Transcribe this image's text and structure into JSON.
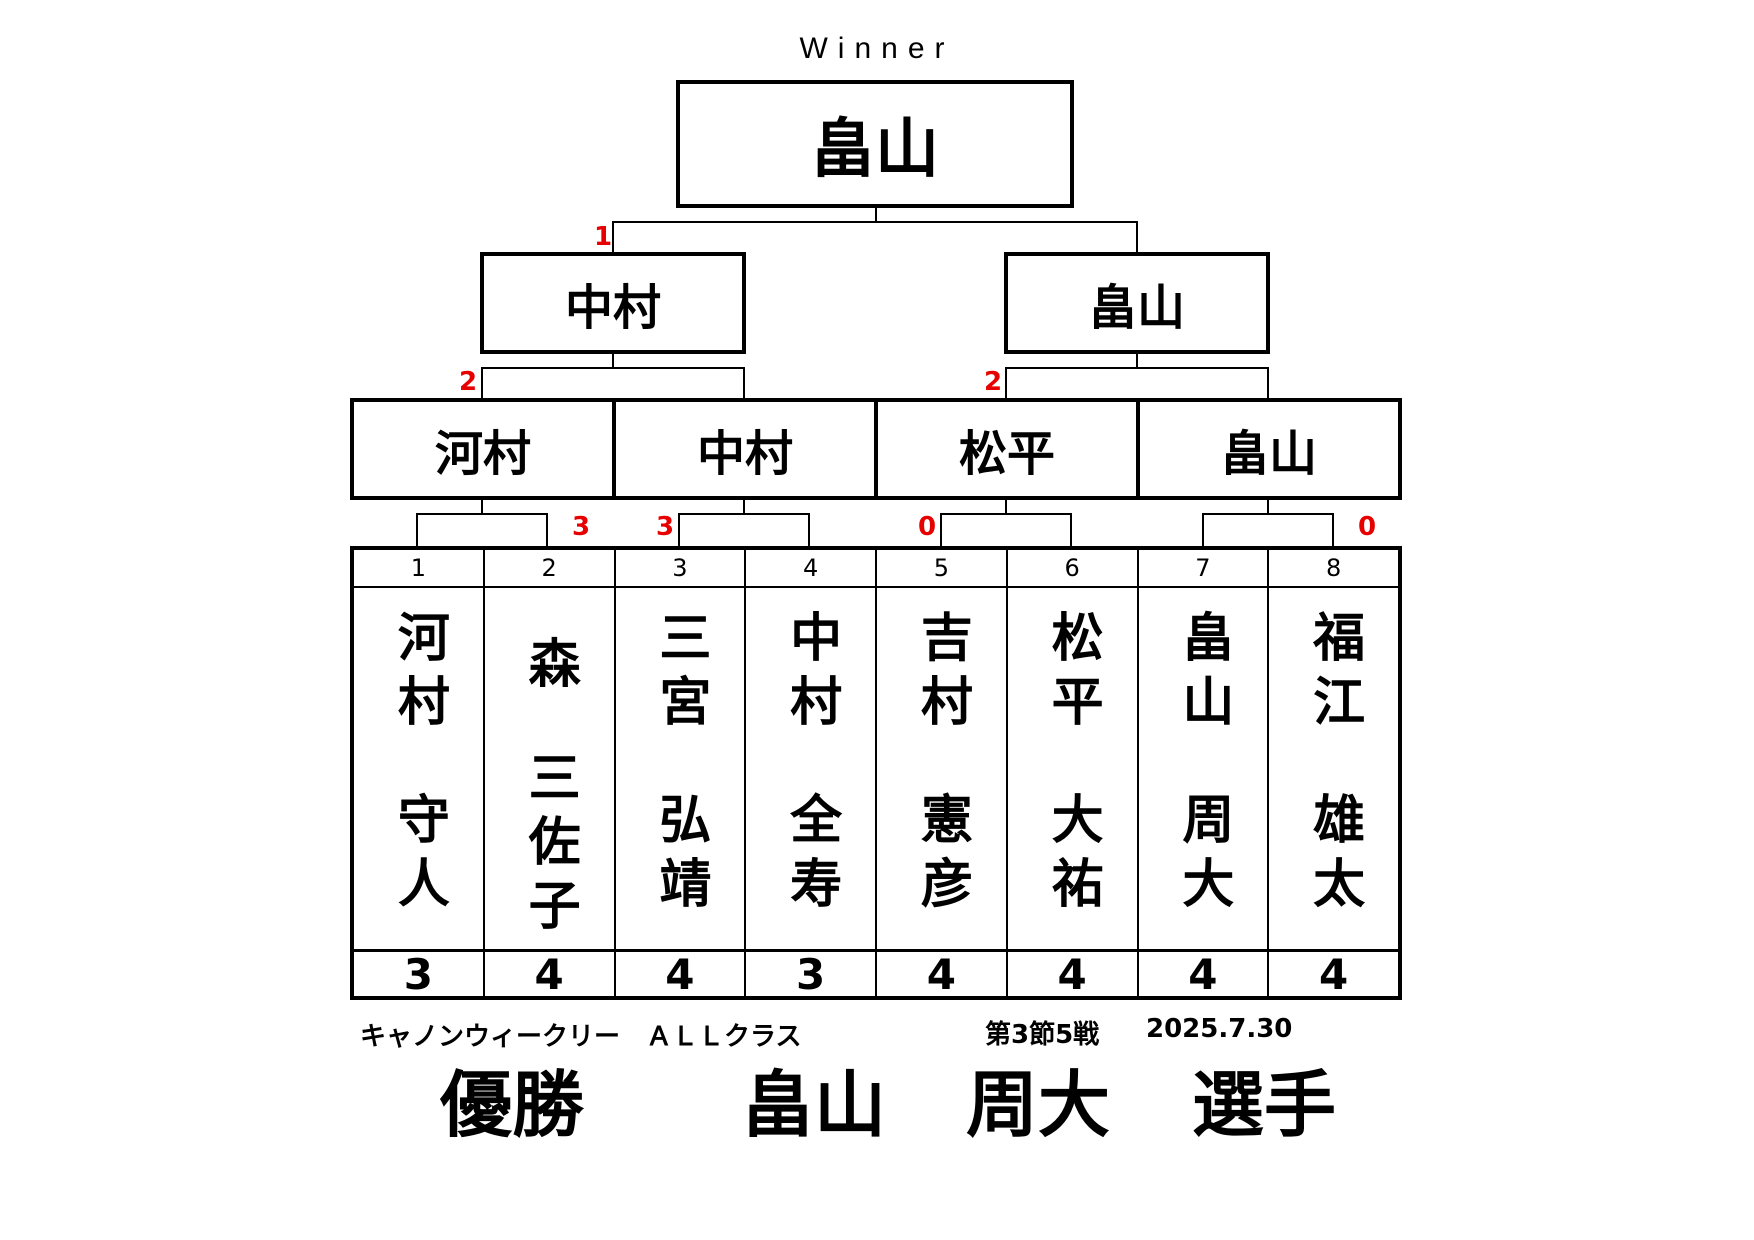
{
  "header": {
    "winner_label": "Winner"
  },
  "champion": "畠山",
  "final": {
    "left": "中村",
    "right": "畠山",
    "left_score": "1"
  },
  "semis": [
    {
      "name": "河村"
    },
    {
      "name": "中村"
    },
    {
      "name": "松平"
    },
    {
      "name": "畠山"
    }
  ],
  "semi_scores": {
    "left": "2",
    "right": "2"
  },
  "qf_scores": {
    "m1": "3",
    "m2": "3",
    "m3": "0",
    "m4": "0"
  },
  "players": [
    {
      "num": "1",
      "family": "河村",
      "given": "守人",
      "points": "3"
    },
    {
      "num": "2",
      "family": "森",
      "given": "三佐子",
      "points": "4"
    },
    {
      "num": "3",
      "family": "三宮",
      "given": "弘靖",
      "points": "4"
    },
    {
      "num": "4",
      "family": "中村",
      "given": "全寿",
      "points": "3"
    },
    {
      "num": "5",
      "family": "吉村",
      "given": "憲彦",
      "points": "4"
    },
    {
      "num": "6",
      "family": "松平",
      "given": "大祐",
      "points": "4"
    },
    {
      "num": "7",
      "family": "畠山",
      "given": "周大",
      "points": "4"
    },
    {
      "num": "8",
      "family": "福江",
      "given": "雄太",
      "points": "4"
    }
  ],
  "footer": {
    "event": "キャノンウィークリー　ＡＬＬクラス",
    "round": "第3節5戦",
    "date": "2025.7.30",
    "title_word": "優勝",
    "winner_family": "畠山",
    "winner_given": "周大",
    "honorific": "選手"
  },
  "colors": {
    "score": "#e60000",
    "line": "#000000"
  }
}
